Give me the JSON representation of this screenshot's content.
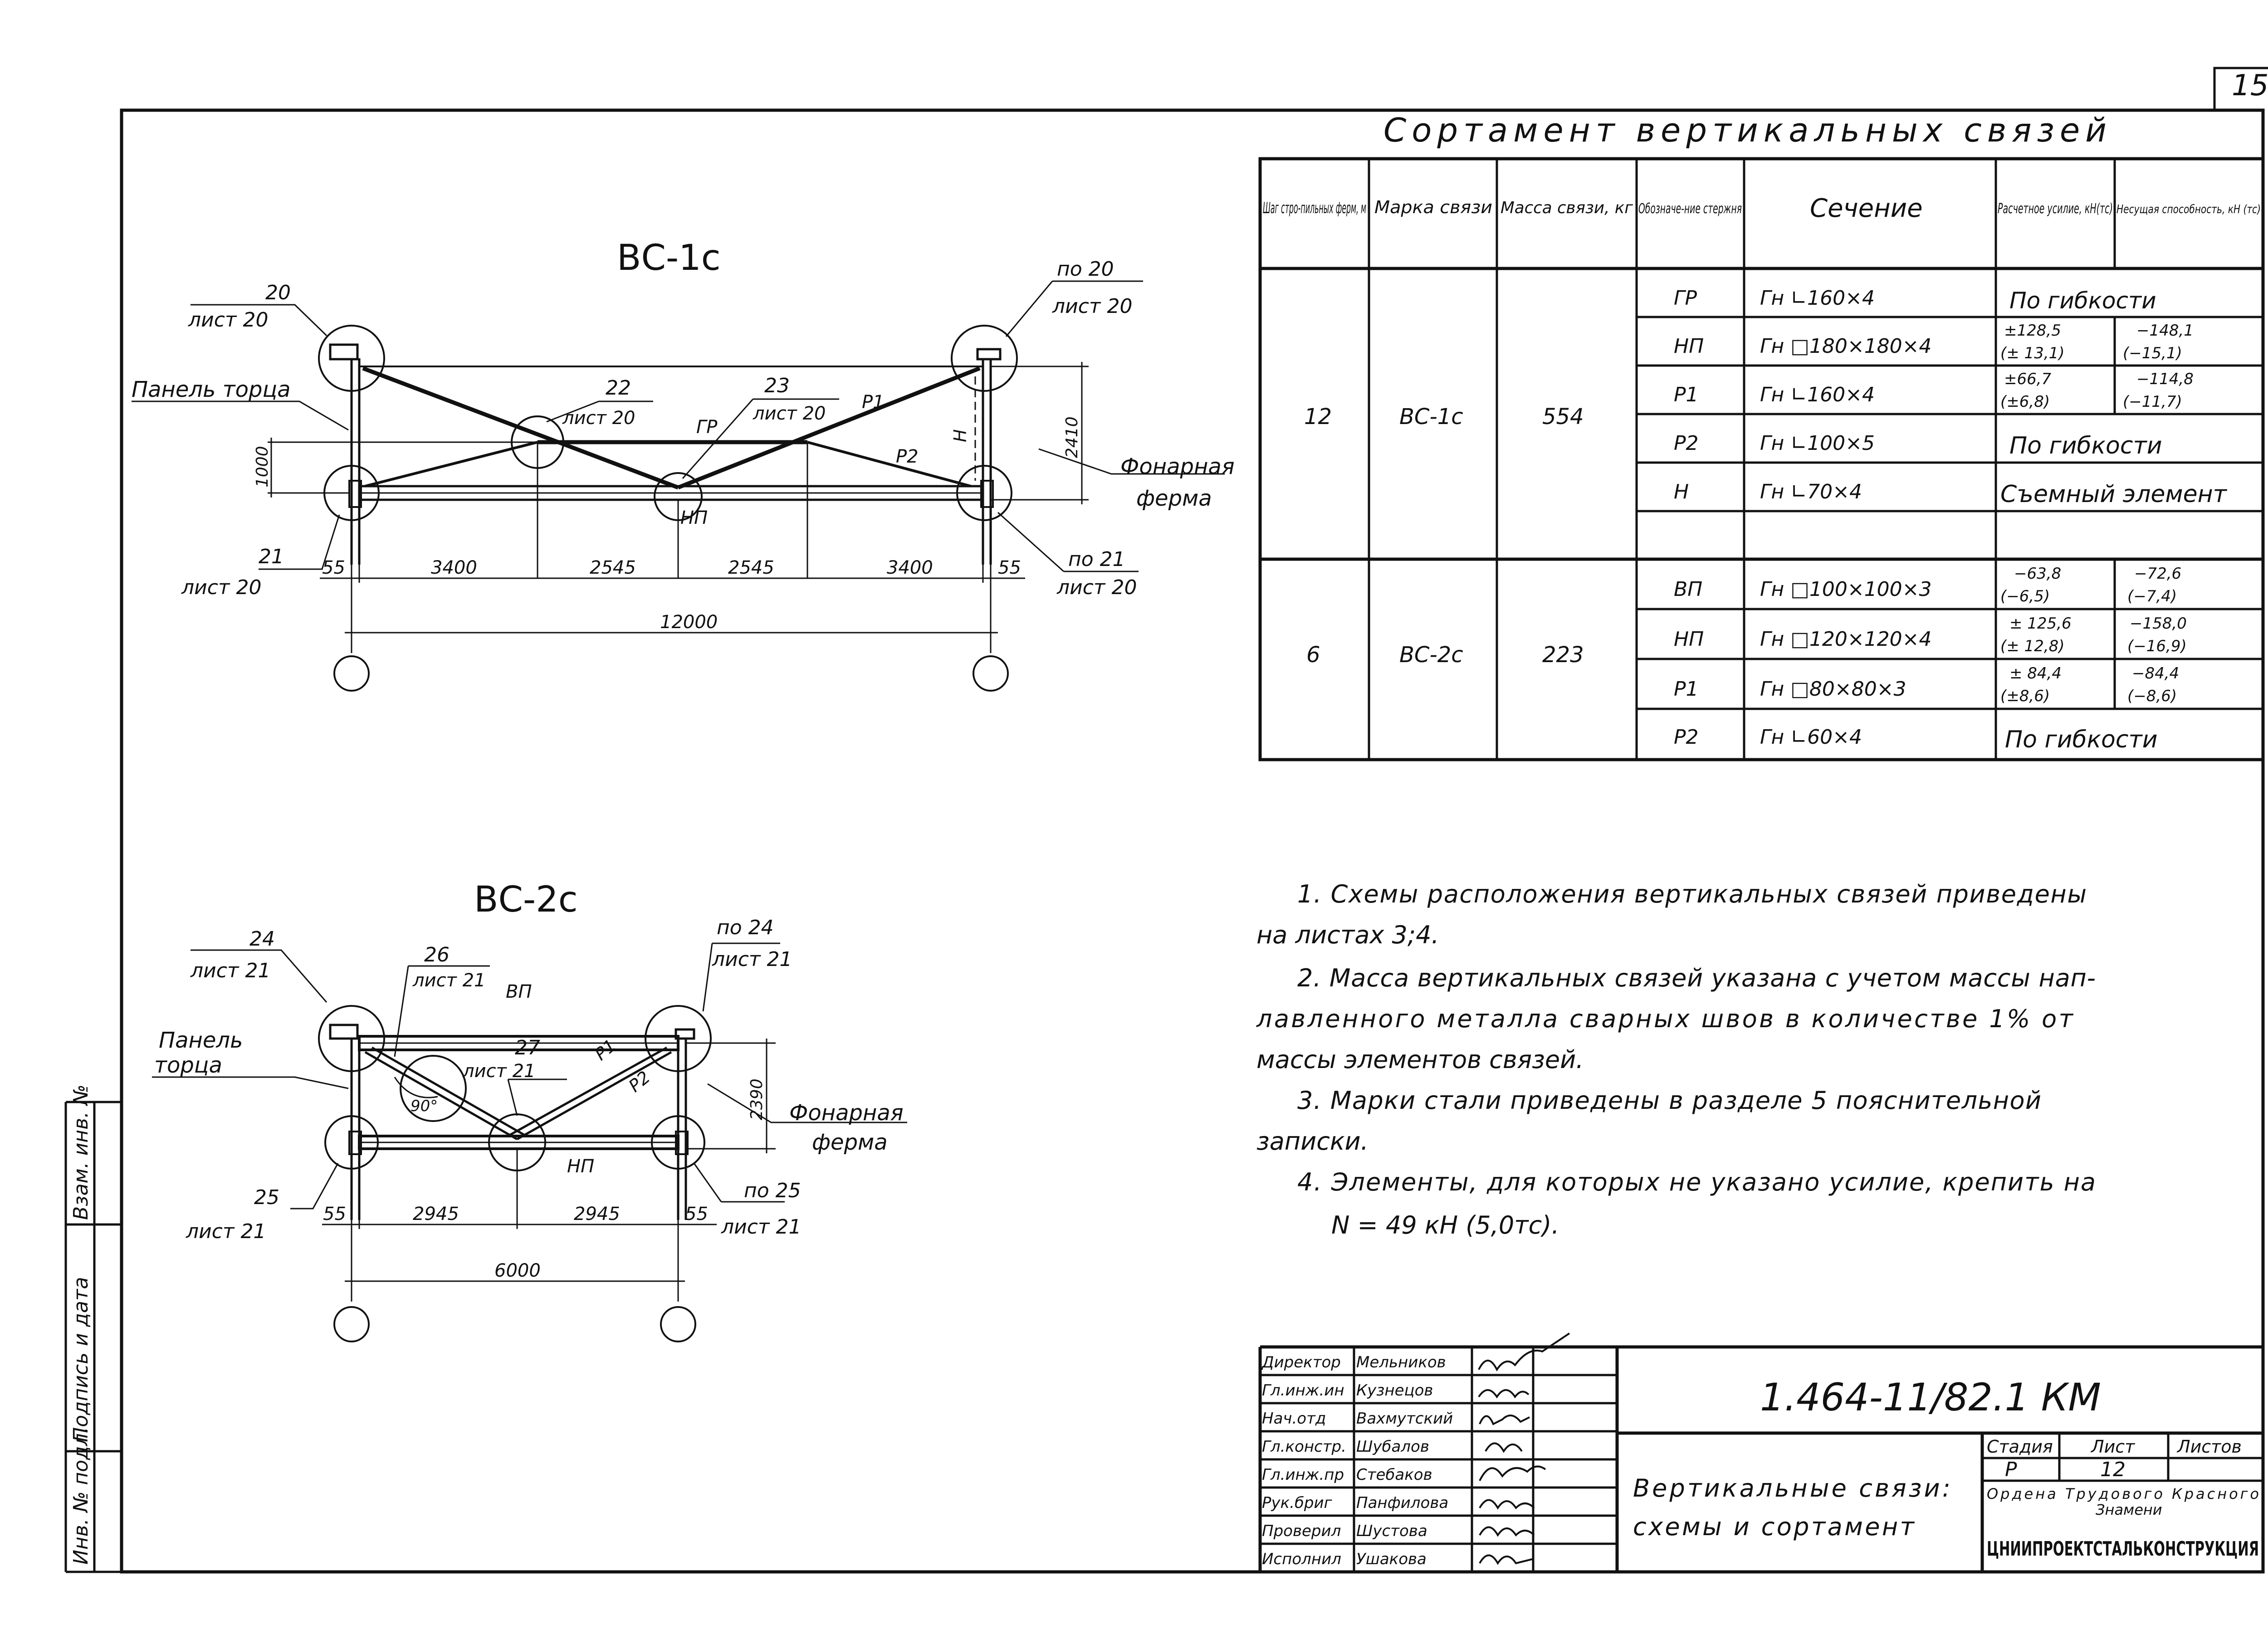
{
  "page_number": "15",
  "table": {
    "title": "Сортамент вертикальных связей",
    "headers": [
      "Шаг стро-пильных ферм, м",
      "Марка связи",
      "Масса связи, кг",
      "Обозначе-ние стержня",
      "Сечение",
      "Расчетное усилие, кН(тс)",
      "Несущая способность, кН (тс)"
    ],
    "groups": [
      {
        "step": "12",
        "mark": "ВС-1с",
        "mass": "554",
        "rows": [
          {
            "rod": "ГР",
            "section": "Гн ∟160×4",
            "force": "",
            "force2": "",
            "capacity": "",
            "capacity2": "",
            "merged": "По гибкости"
          },
          {
            "rod": "НП",
            "section": "Гн □180×180×4",
            "force": "±128,5",
            "force2": "(± 13,1)",
            "capacity": "−148,1",
            "capacity2": "(−15,1)",
            "merged": ""
          },
          {
            "rod": "Р1",
            "section": "Гн ∟160×4",
            "force": "±66,7",
            "force2": "(±6,8)",
            "capacity": "−114,8",
            "capacity2": "(−11,7)",
            "merged": ""
          },
          {
            "rod": "Р2",
            "section": "Гн ∟100×5",
            "force": "",
            "force2": "",
            "capacity": "",
            "capacity2": "",
            "merged": "По гибкости"
          },
          {
            "rod": "Н",
            "section": "Гн ∟70×4",
            "force": "",
            "force2": "",
            "capacity": "",
            "capacity2": "",
            "merged": "Съемный элемент"
          },
          {
            "rod": "",
            "section": "",
            "force": "",
            "force2": "",
            "capacity": "",
            "capacity2": "",
            "merged": ""
          }
        ]
      },
      {
        "step": "6",
        "mark": "ВС-2с",
        "mass": "223",
        "rows": [
          {
            "rod": "ВП",
            "section": "Гн □100×100×3",
            "force": "−63,8",
            "force2": "(−6,5)",
            "capacity": "−72,6",
            "capacity2": "(−7,4)",
            "merged": ""
          },
          {
            "rod": "НП",
            "section": "Гн □120×120×4",
            "force": "± 125,6",
            "force2": "(± 12,8)",
            "capacity": "−158,0",
            "capacity2": "(−16,9)",
            "merged": ""
          },
          {
            "rod": "Р1",
            "section": "Гн □80×80×3",
            "force": "± 84,4",
            "force2": "(±8,6)",
            "capacity": "−84,4",
            "capacity2": "(−8,6)",
            "merged": ""
          },
          {
            "rod": "Р2",
            "section": "Гн ∟60×4",
            "force": "",
            "force2": "",
            "capacity": "",
            "capacity2": "",
            "merged": "По гибкости"
          }
        ]
      }
    ]
  },
  "diagram1": {
    "title": "ВС-1с",
    "labels": {
      "c20_top": "20",
      "c20_bot": "лист 20",
      "c20r_top": "по 20",
      "c20r_bot": "лист 20",
      "panel": "Панель торца",
      "c22_top": "22",
      "c22_bot": "лист 20",
      "c23_top": "23",
      "c23_bot": "лист 20",
      "gr": "ГР",
      "p1": "Р1",
      "p2": "Р2",
      "h": "Н",
      "np": "НП",
      "lantern1": "Фонарная",
      "lantern2": "ферма",
      "c21_top": "21",
      "c21_bot": "лист 20",
      "c21r_top": "по 21",
      "c21r_bot": "лист 20"
    },
    "dims": {
      "d55l": "55",
      "d3400a": "3400",
      "d2545a": "2545",
      "d2545b": "2545",
      "d3400b": "3400",
      "d55r": "55",
      "total": "12000",
      "h1000": "1000",
      "h2410": "2410"
    }
  },
  "diagram2": {
    "title": "ВС-2с",
    "labels": {
      "c24_top": "24",
      "c24_bot": "лист 21",
      "c24r_top": "по 24",
      "c24r_bot": "лист 21",
      "c26_top": "26",
      "c26_bot": "лист 21",
      "vp": "ВП",
      "panel1": "Панель",
      "panel2": "торца",
      "c27_top": "27",
      "c27_bot": "лист 21",
      "p1": "Р1",
      "p2": "Р2",
      "angle": "90°",
      "np": "НП",
      "lantern1": "Фонарная",
      "lantern2": "ферма",
      "c25_top": "25",
      "c25_bot": "лист 21",
      "c25r_top": "по 25",
      "c25r_bot": "лист 21"
    },
    "dims": {
      "d55l": "55",
      "d2945a": "2945",
      "d2945b": "2945",
      "d55r": "55",
      "total": "6000",
      "h2390": "2390"
    }
  },
  "notes": {
    "n1a": "1. Схемы расположения вертикальных связей приведены",
    "n1b": "на листах 3;4.",
    "n2a": "2. Масса вертикальных связей указана с учетом массы нап-",
    "n2b": "лавленного металла сварных швов в количестве 1% от",
    "n2c": "массы элементов связей.",
    "n3a": "3. Марки стали приведены в разделе 5 пояснительной",
    "n3b": "записки.",
    "n4a": "4. Элементы, для которых не указано усилие, крепить на",
    "n4b": "N = 49 кН (5,0тс)."
  },
  "side_labels": [
    "Инв. № подл.",
    "Подпись и дата",
    "Взам. инв. №"
  ],
  "stamp": {
    "people": [
      {
        "role": "Директор",
        "name": "Мельников"
      },
      {
        "role": "Гл.инж.ин",
        "name": "Кузнецов"
      },
      {
        "role": "Нач.отд",
        "name": "Вахмутский"
      },
      {
        "role": "Гл.констр.",
        "name": "Шубалов"
      },
      {
        "role": "Гл.инж.пр",
        "name": "Стебаков"
      },
      {
        "role": "Рук.бриг",
        "name": "Панфилова"
      },
      {
        "role": "Проверил",
        "name": "Шустова"
      },
      {
        "role": "Исполнил",
        "name": "Ушакова"
      }
    ],
    "code": "1.464-11/82.1 КМ",
    "title1": "Вертикальные связи:",
    "title2": "схемы и сортамент",
    "stage_label": "Стадия",
    "sheet_label": "Лист",
    "sheets_label": "Листов",
    "stage": "Р",
    "sheet": "12",
    "sheets": "",
    "org1": "Ордена Трудового Красного",
    "org2": "Знамени",
    "org3": "ЦНИИПРОЕКТСТАЛЬКОНСТРУКЦИЯ"
  }
}
